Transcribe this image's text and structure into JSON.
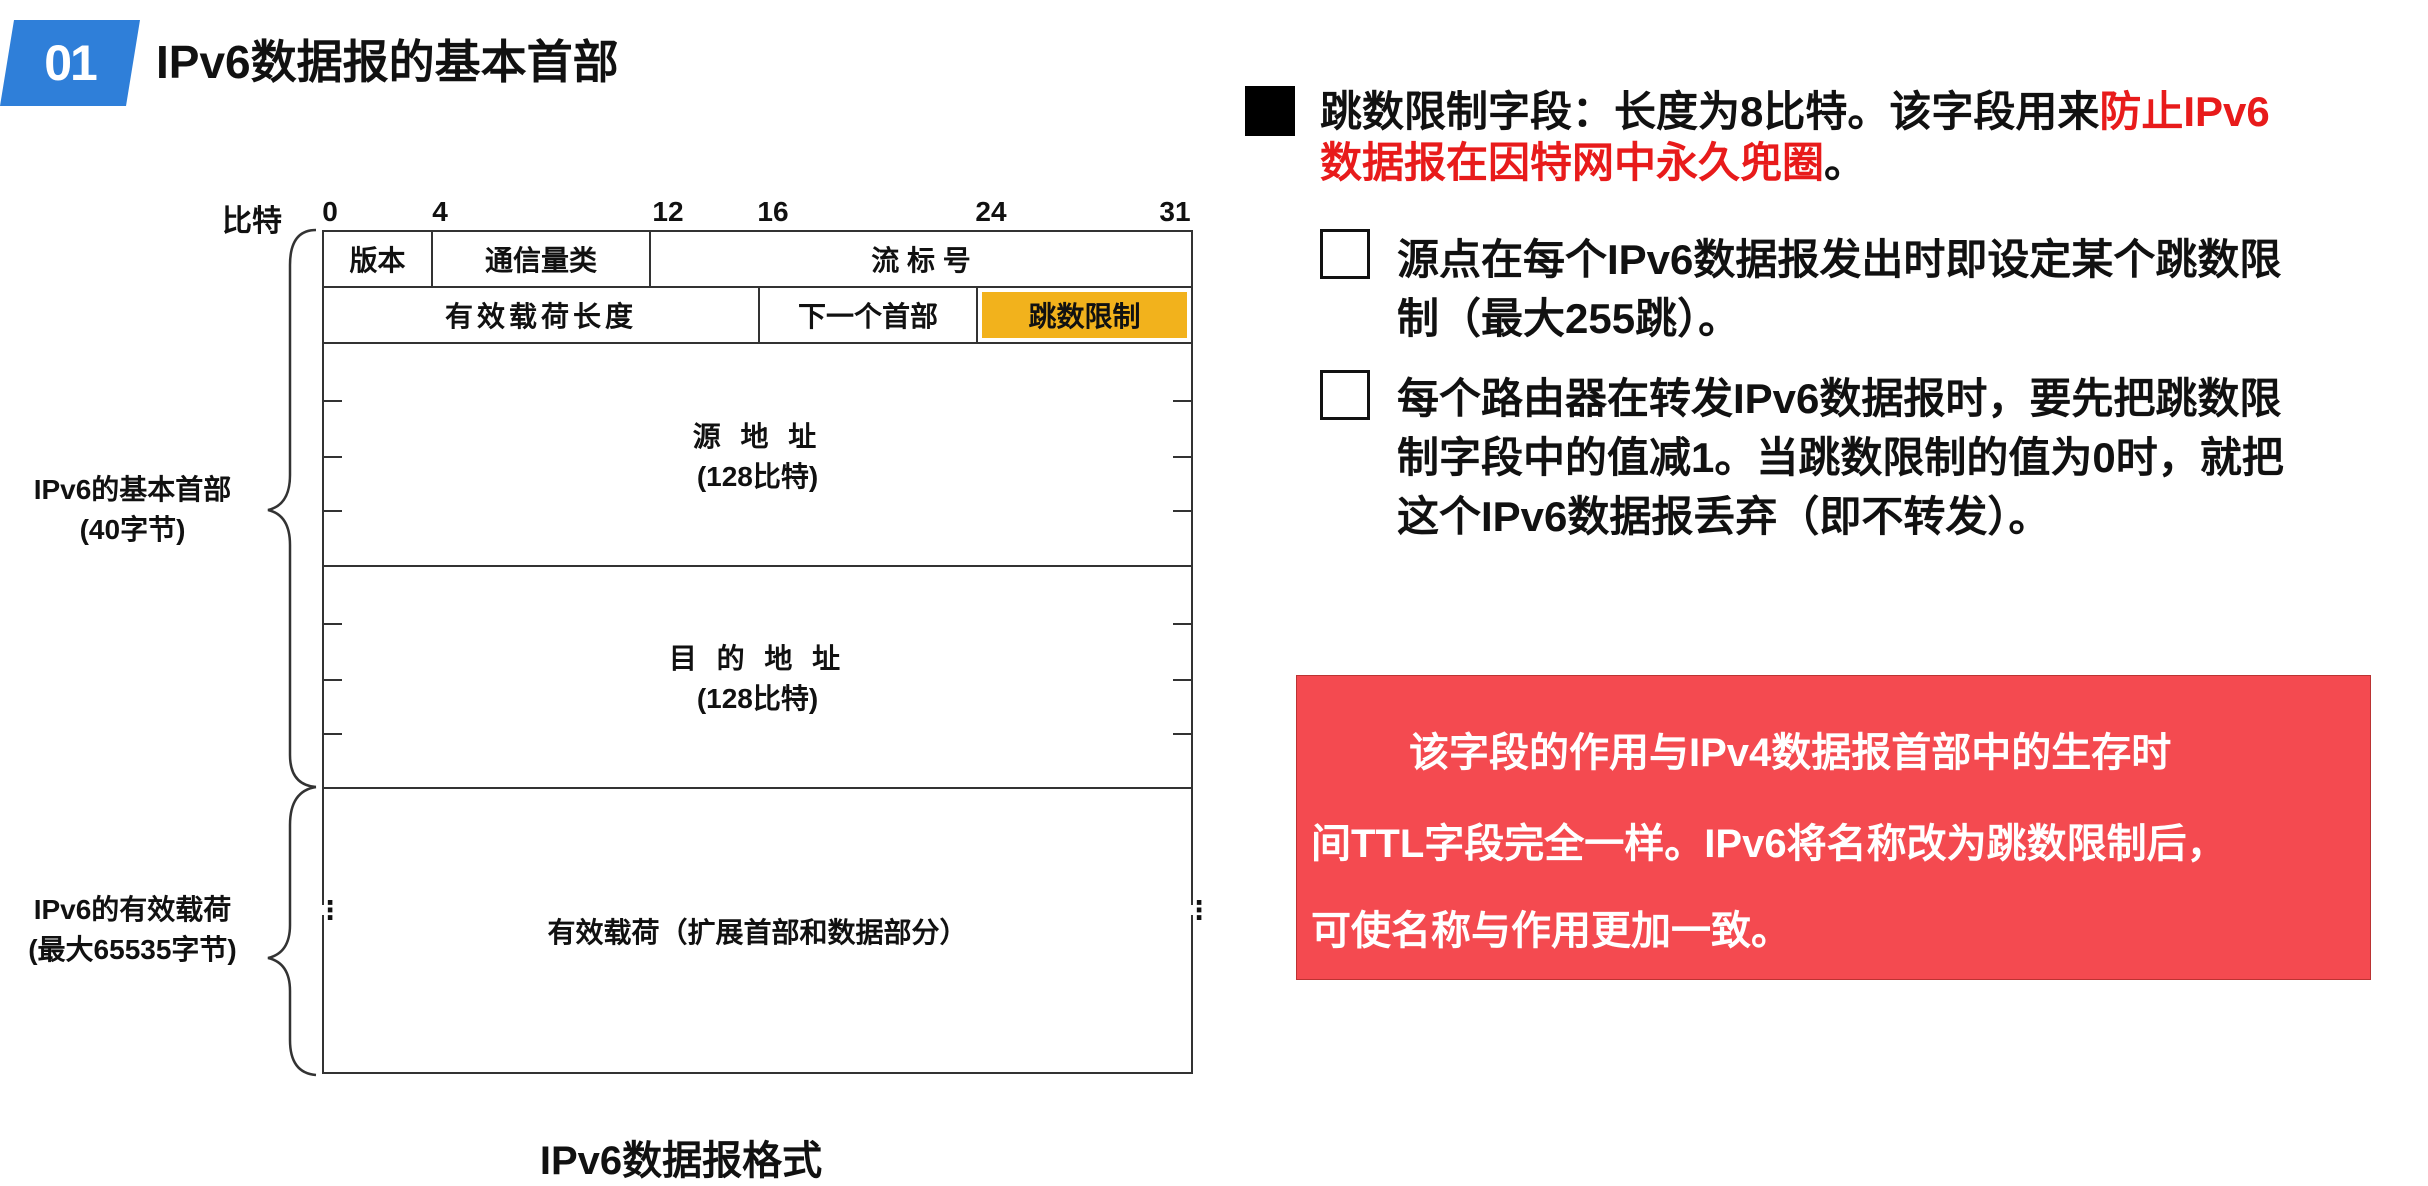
{
  "header": {
    "badge": "01",
    "title": "IPv6数据报的基本首部"
  },
  "diagram": {
    "bits_label": "比特",
    "bit_marks": [
      "0",
      "4",
      "12",
      "16",
      "24",
      "31"
    ],
    "row1": [
      "版本",
      "通信量类",
      "流 标 号"
    ],
    "row2": [
      "有效载荷长度",
      "下一个首部",
      "跳数限制"
    ],
    "source": {
      "name": "源 地 址",
      "size": "(128比特)"
    },
    "dest": {
      "name": "目 的 地 址",
      "size": "(128比特)"
    },
    "payload": "有效载荷（扩展首部和数据部分）",
    "brace_header": [
      "IPv6的基本首部",
      "(40字节)"
    ],
    "brace_payload": [
      "IPv6的有效载荷",
      "(最大65535字节)"
    ],
    "caption": "IPv6数据报格式",
    "highlight_color": "#f2b21c"
  },
  "right": {
    "main_black": "跳数限制字段：长度为8比特。该字段用来",
    "main_red_1": "防止IPv6",
    "main_red_2": "数据报在因特网中永久兜圈",
    "main_end": "。",
    "bullets": [
      {
        "lines": [
          "源点在每个IPv6数据报发出时即设定某个跳数限",
          "制（最大255跳）。"
        ]
      },
      {
        "lines": [
          "每个路由器在转发IPv6数据报时，要先把跳数限",
          "制字段中的值减1。当跳数限制的值为0时，就把",
          "这个IPv6数据报丢弃（即不转发）。"
        ]
      }
    ],
    "note": {
      "lines": [
        "该字段的作用与IPv4数据报首部中的生存时",
        "间TTL字段完全一样。IPv6将名称改为跳数限制后，",
        "可使名称与作用更加一致。"
      ],
      "color": "#f44a50"
    }
  }
}
